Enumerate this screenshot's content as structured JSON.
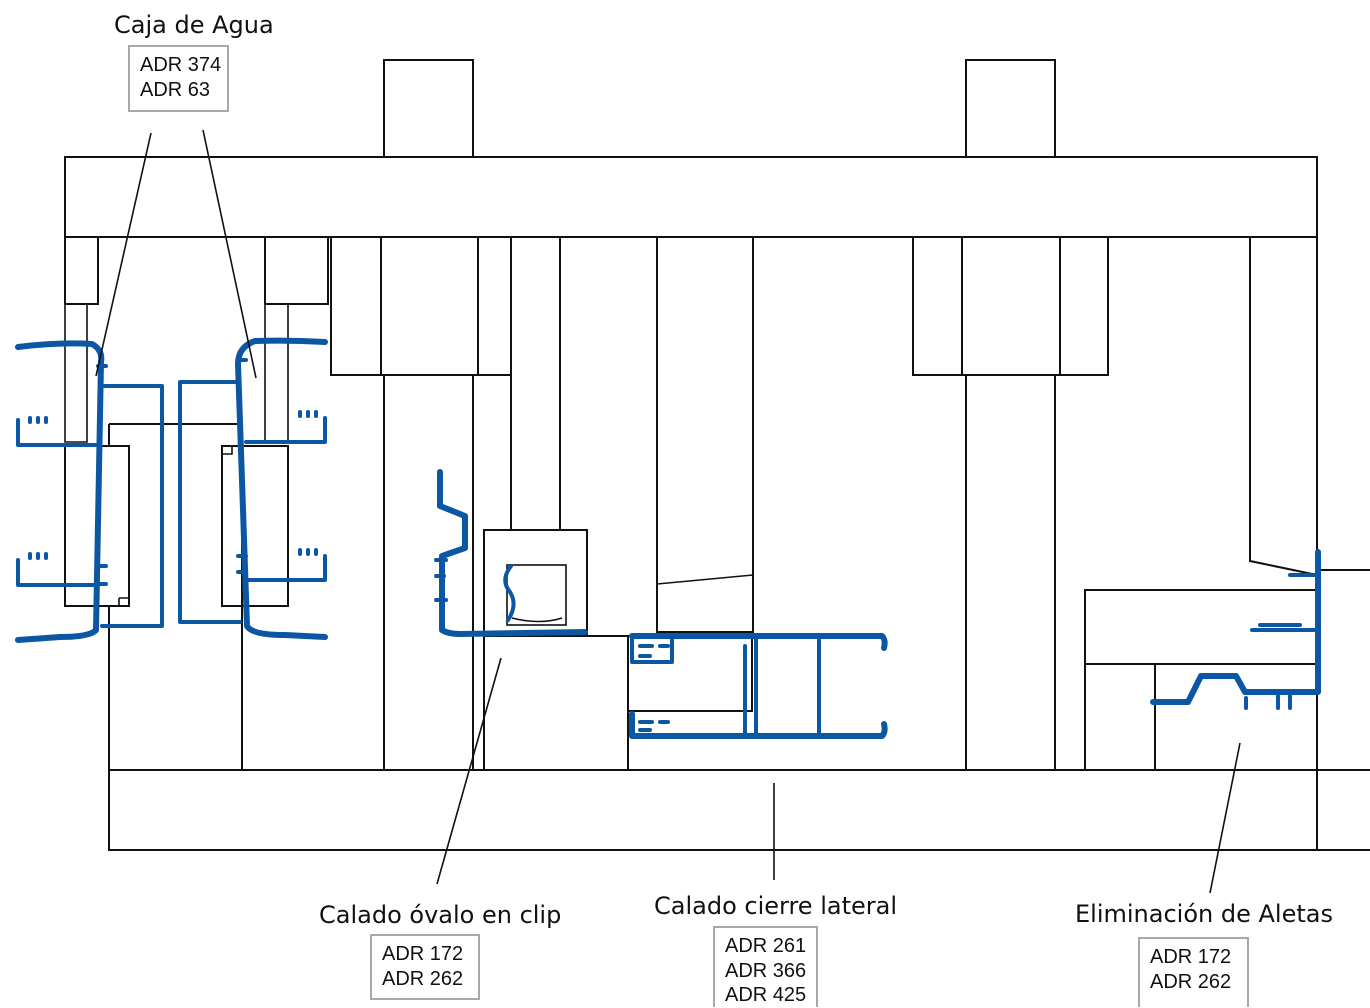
{
  "colors": {
    "profile": "#0b57a4",
    "line": "#111111",
    "box_border": "#a8a8a8"
  },
  "callouts": {
    "caja": {
      "title": "Caja de Agua",
      "codes": [
        "ADR 374",
        "ADR 63"
      ]
    },
    "ovalo": {
      "title": "Calado óvalo en clip",
      "codes": [
        "ADR 172",
        "ADR 262"
      ]
    },
    "cierre": {
      "title": "Calado cierre lateral",
      "codes": [
        "ADR 261",
        "ADR 366",
        "ADR 425"
      ]
    },
    "aletas": {
      "title": "Eliminación de Aletas",
      "codes": [
        "ADR 172",
        "ADR 262"
      ]
    }
  }
}
